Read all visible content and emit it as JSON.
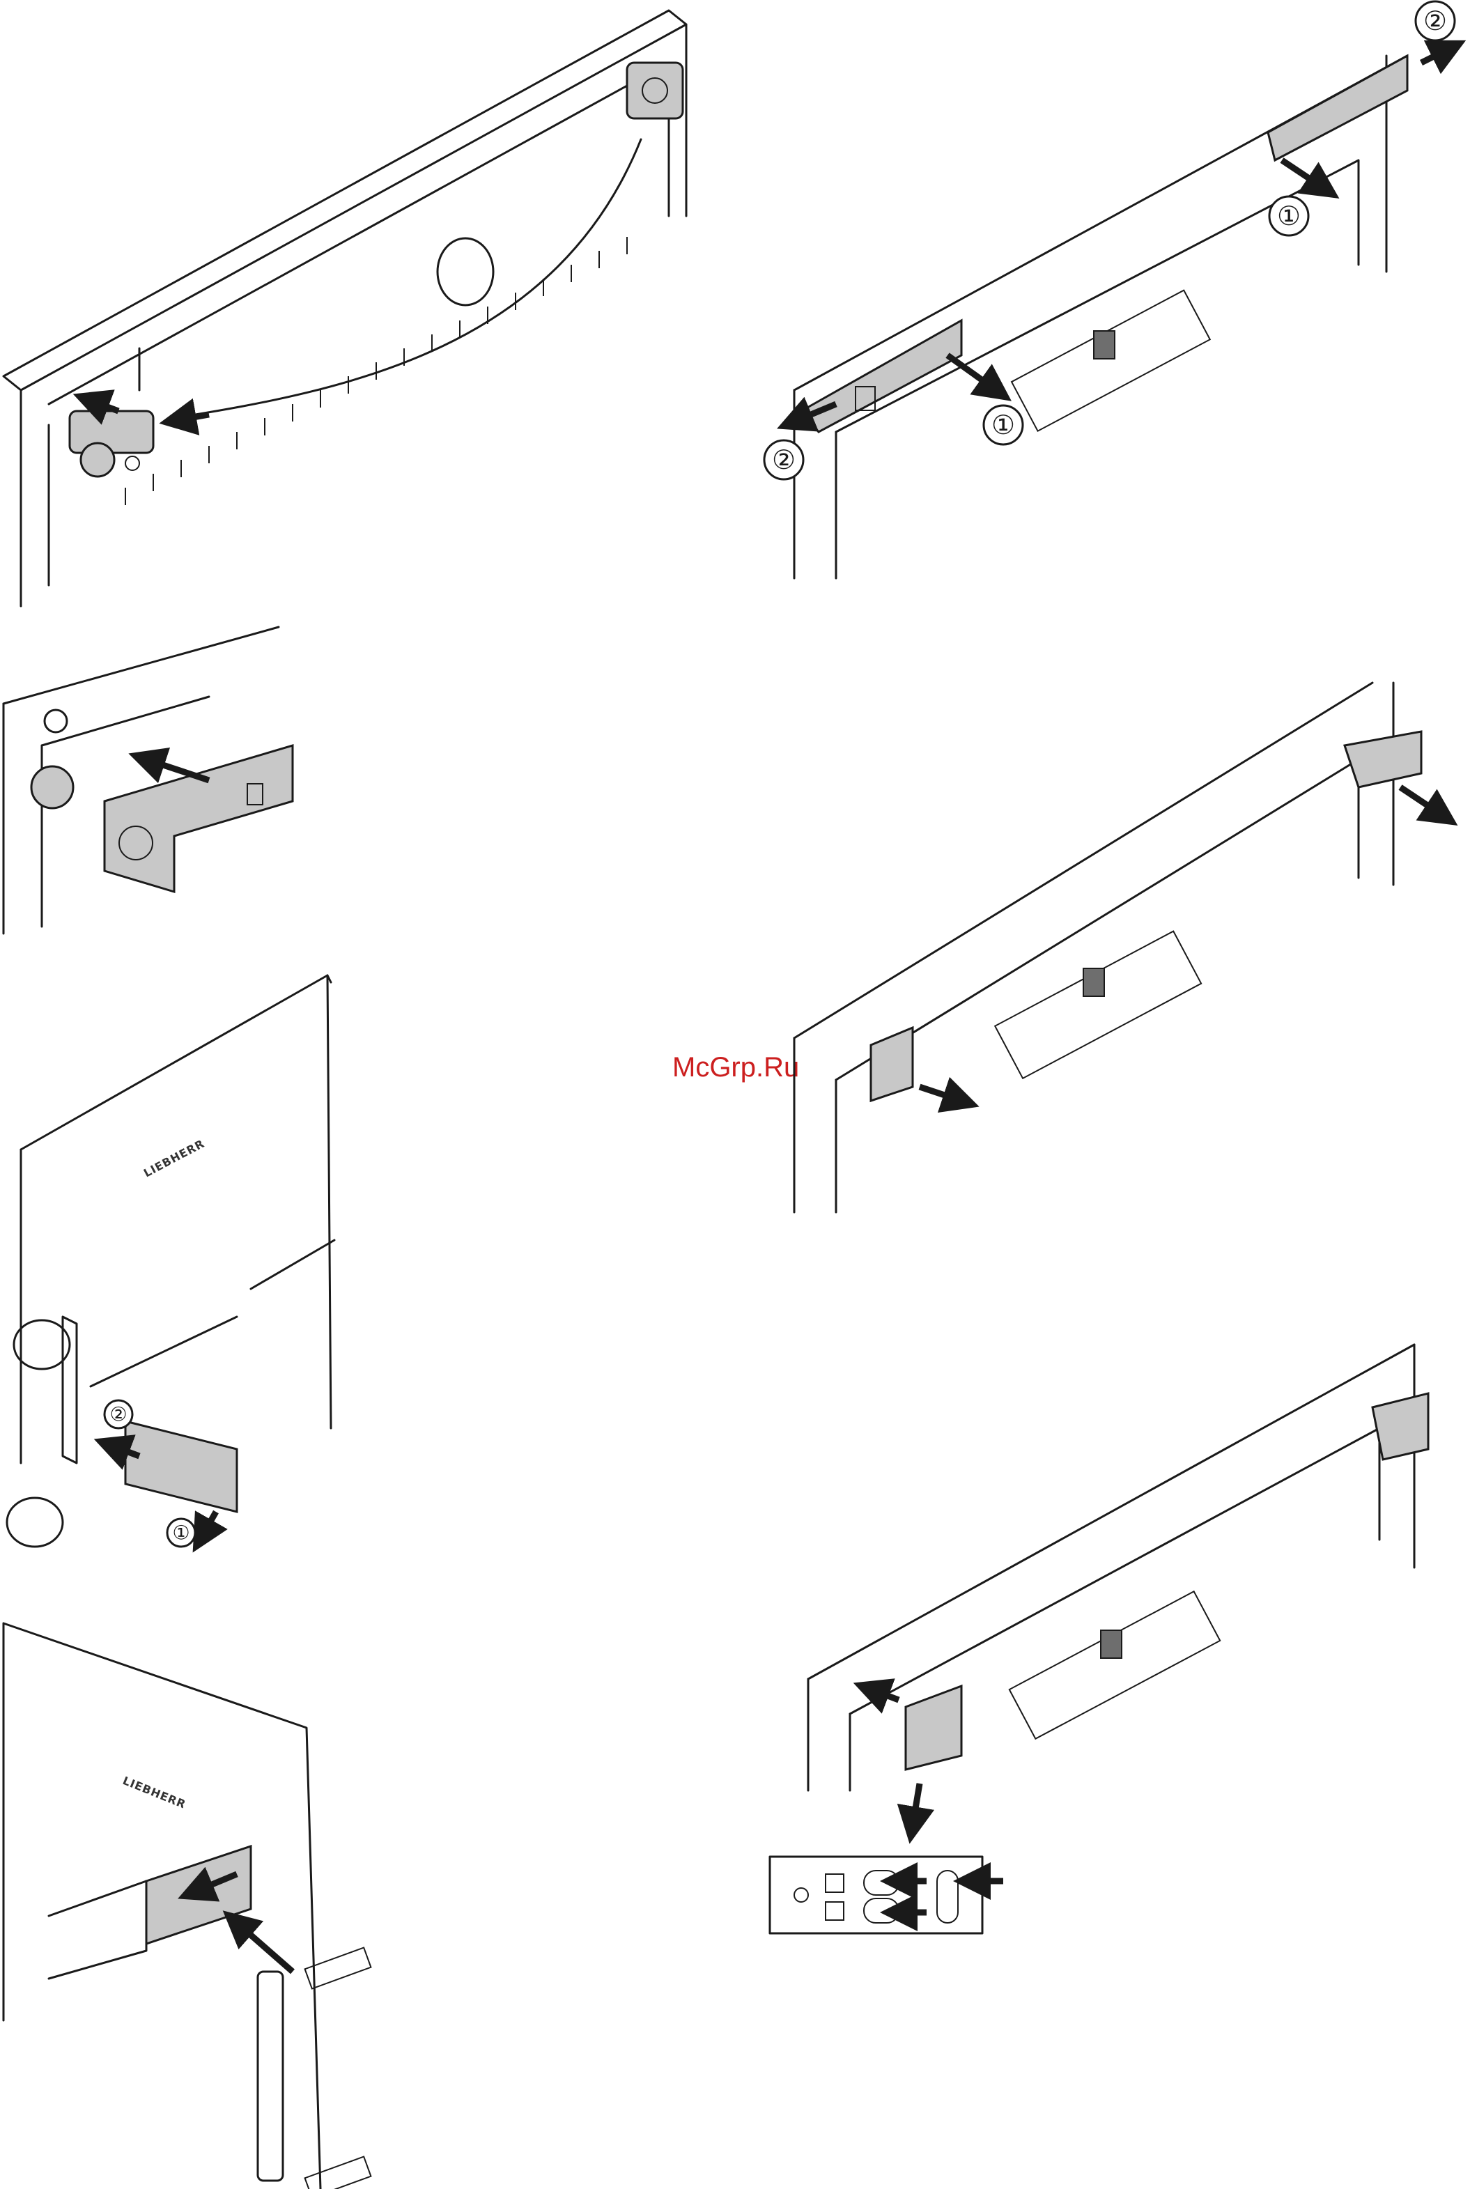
{
  "watermark": "McGrp.Ru",
  "brand_label": "LIEBHERR",
  "colors": {
    "line": "#1a1a1a",
    "part_fill": "#c8c8c8",
    "watermark": "#cc1f1f"
  },
  "panels": [
    {
      "id": "step-1",
      "step_labels": []
    },
    {
      "id": "step-2",
      "step_labels": [
        "①",
        "②",
        "①",
        "②"
      ]
    },
    {
      "id": "step-3",
      "step_labels": []
    },
    {
      "id": "step-4",
      "step_labels": []
    },
    {
      "id": "step-5",
      "step_labels": [
        "②",
        "①"
      ]
    },
    {
      "id": "step-6",
      "step_labels": []
    },
    {
      "id": "step-7",
      "step_labels": []
    },
    {
      "id": "step-8",
      "step_labels": []
    }
  ]
}
